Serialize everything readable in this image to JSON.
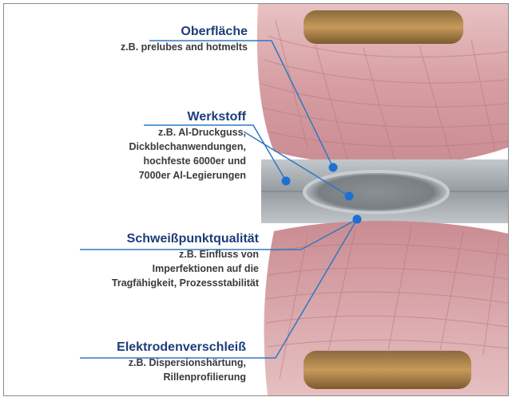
{
  "labels": {
    "surface": {
      "title": "Oberfläche",
      "lines": [
        "z.B. prelubes and hotmelts"
      ]
    },
    "material": {
      "title": "Werkstoff",
      "lines": [
        "z.B. Al-Druckguss,",
        "Dickblechanwendungen,",
        "hochfeste 6000er und",
        "7000er Al-Legierungen"
      ]
    },
    "quality": {
      "title": "Schweißpunktqualität",
      "lines": [
        "z.B. Einfluss von",
        "Imperfektionen auf die",
        "Tragfähigkeit, Prozessstabilität"
      ]
    },
    "wear": {
      "title": "Elektrodenverschleiß",
      "lines": [
        "z.B. Dispersionshärtung,",
        "Rillenprofilierung"
      ]
    }
  },
  "colors": {
    "heading": "#1d3d7a",
    "leader_line": "#2e78c4",
    "marker": "#1f6fd1",
    "electrode": "#d9a7ab",
    "sheet": "#a8aeb3",
    "nugget": "#7e8388"
  }
}
